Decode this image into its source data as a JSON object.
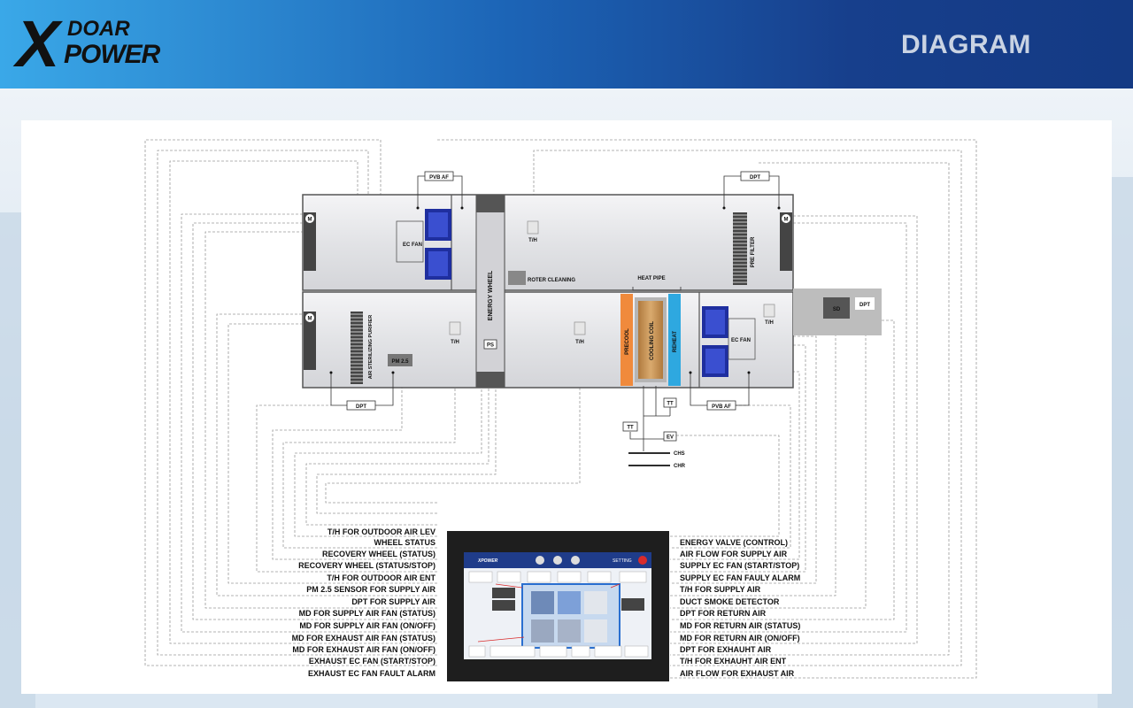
{
  "header": {
    "logo_x": "X",
    "logo_top": "DOAR",
    "logo_bottom": "POWER",
    "title": "DIAGRAM"
  },
  "diagram": {
    "tags": {
      "pvb_af_top": "PVB AF",
      "dpt_top": "DPT",
      "ec_fan_top": "EC FAN",
      "th_top": "T/H",
      "energy_wheel": "ENERGY WHEEL",
      "roter_cleaning": "ROTER CLEANING",
      "heat_pipe": "HEAT PIPE",
      "pre_filter": "PRE FILTER",
      "sd": "SD",
      "dpt_duct": "DPT",
      "air_purifier": "AIR STERILIZING PURIFIER",
      "pm25": "PM 2.5",
      "th_left": "T/H",
      "ps": "PS",
      "th_mid": "T/H",
      "precool": "PRECOOL",
      "cooling_coil": "COOLING COIL",
      "reheat": "REHEAT",
      "ec_fan_bottom": "EC FAN",
      "th_right": "T/H",
      "dpt_bottom": "DPT",
      "pvb_af_bottom": "PVB AF",
      "tt1": "TT",
      "tt2": "TT",
      "ev": "EV",
      "chs": "CHS",
      "chr": "CHR",
      "motor": "M"
    },
    "left_labels": [
      "T/H FOR OUTDOOR AIR LEV",
      "WHEEL STATUS",
      "RECOVERY WHEEL (STATUS)",
      "RECOVERY WHEEL (STATUS/STOP)",
      "T/H FOR OUTDOOR AIR ENT",
      "PM 2.5 SENSOR FOR SUPPLY AIR",
      "DPT FOR SUPPLY AIR",
      "MD FOR SUPPLY AIR FAN (STATUS)",
      "MD FOR SUPPLY AIR FAN (ON/OFF)",
      "MD FOR EXHAUST AIR FAN (STATUS)",
      "MD FOR EXHAUST AIR FAN (ON/OFF)",
      "EXHAUST EC FAN (START/STOP)",
      "EXHAUST EC FAN FAULT ALARM"
    ],
    "right_labels": [
      "ENERGY VALVE (CONTROL)",
      "AIR FLOW FOR SUPPLY AIR",
      "SUPPLY EC FAN (START/STOP)",
      "SUPPLY EC FAN FAULY ALARM",
      "T/H FOR SUPPLY AIR",
      "DUCT SMOKE DETECTOR",
      "DPT FOR RETURN AIR",
      "MD FOR RETURN AIR (STATUS)",
      "MD FOR RETURN AIR (ON/OFF)",
      "DPT FOR EXHAUHT AIR",
      "T/H FOR EXHAUHT AIR ENT",
      "AIR FLOW FOR EXHAUST AIR"
    ],
    "hmi": {
      "setting": "SETTING"
    }
  },
  "colors": {
    "header_dark": "#143a84",
    "header_light": "#3aa8e8",
    "fan_blue": "#1f2f9f",
    "precool_orange": "#f08a3c",
    "reheat_blue": "#2ea8e0",
    "coil_brown": "#c8965a"
  },
  "icons": [
    "motor-icon",
    "ec-fan-icon",
    "filter-icon",
    "sensor-icon"
  ]
}
